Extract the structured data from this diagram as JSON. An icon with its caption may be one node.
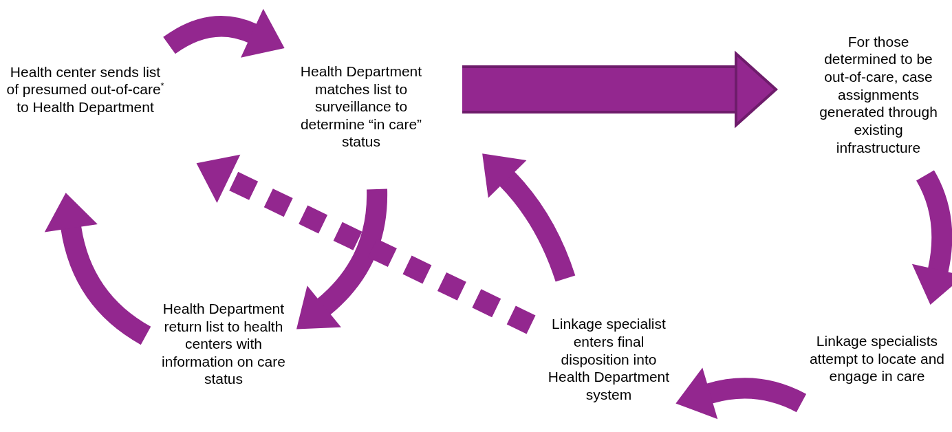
{
  "diagram": {
    "nodes": [
      {
        "text": [
          "Health center sends list of presumed out-of-care$^{*}$ to Health Department"
        ]
      },
      {
        "text": [
          "Health Department matches list to surveillance to determine “in care” status"
        ]
      },
      {
        "text": [
          "For those determined to be out-of-care, case assignments generated through existing infrastructure"
        ]
      },
      {
        "text": [
          "Linkage specialists attempt to locate and engage in care"
        ]
      },
      {
        "text": [
          "Linkage specialist enters final disposition into Health Department system"
        ]
      },
      {
        "text": [
          "Health Department return list to health centers with information on care status"
        ]
      }
    ],
    "edges": [
      {
        "from": 0,
        "to": 1,
        "arrow": "to"
      },
      {
        "from": 1,
        "to": 2,
        "arrow": "to",
        "style": "thick"
      },
      {
        "from": 2,
        "to": 3,
        "arrow": "to"
      },
      {
        "from": 3,
        "to": 4,
        "arrow": "to"
      },
      {
        "from": 4,
        "to": 1,
        "arrow": "to"
      },
      {
        "from": 1,
        "to": 5,
        "arrow": "to"
      },
      {
        "from": 5,
        "to": 0,
        "arrow": "to"
      },
      {
        "from": 4,
        "to": 0,
        "arrow": "to",
        "style": "dashed"
      }
    ]
  }
}
